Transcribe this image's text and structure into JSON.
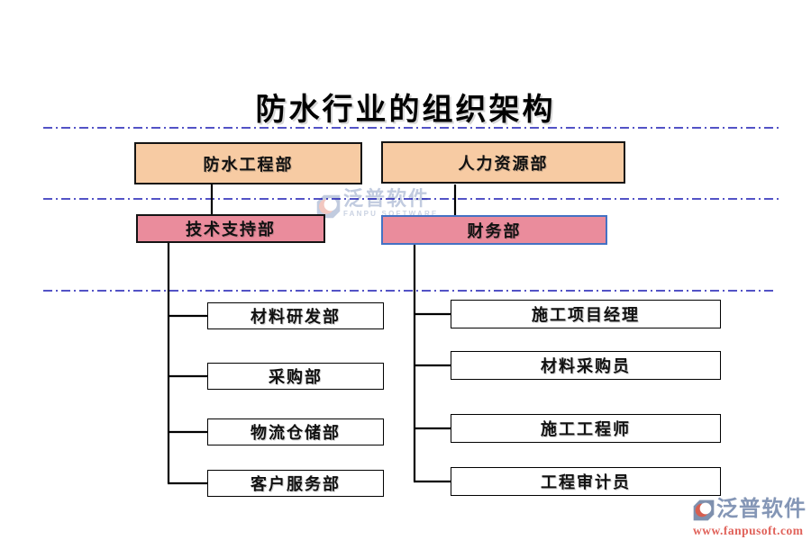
{
  "title": "防水行业的组织架构",
  "org": {
    "root_left": "防水工程部",
    "root_right": "人力资源部",
    "mid_left": "技术支持部",
    "mid_right": "财务部",
    "left_children": [
      "材料研发部",
      "采购部",
      "物流仓储部",
      "客户服务部"
    ],
    "right_children": [
      "施工项目经理",
      "材料采购员",
      "施工工程师",
      "工程审计员"
    ]
  },
  "watermarks": {
    "center": {
      "brand": "泛普软件",
      "tagline": "FANPU SOFTWARE"
    },
    "corner": {
      "brand": "泛普软件",
      "url": "www.fanpusoft.com"
    }
  },
  "colors": {
    "level1_fill": "#F7CBA3",
    "level2_fill": "#EA8C9C",
    "finance_border": "#4472C4",
    "node_border": "#000000",
    "connector": "#000000",
    "guide_line": "#1A1AB4",
    "brand_blue": "#8496B6",
    "brand_red": "#E0625A"
  }
}
